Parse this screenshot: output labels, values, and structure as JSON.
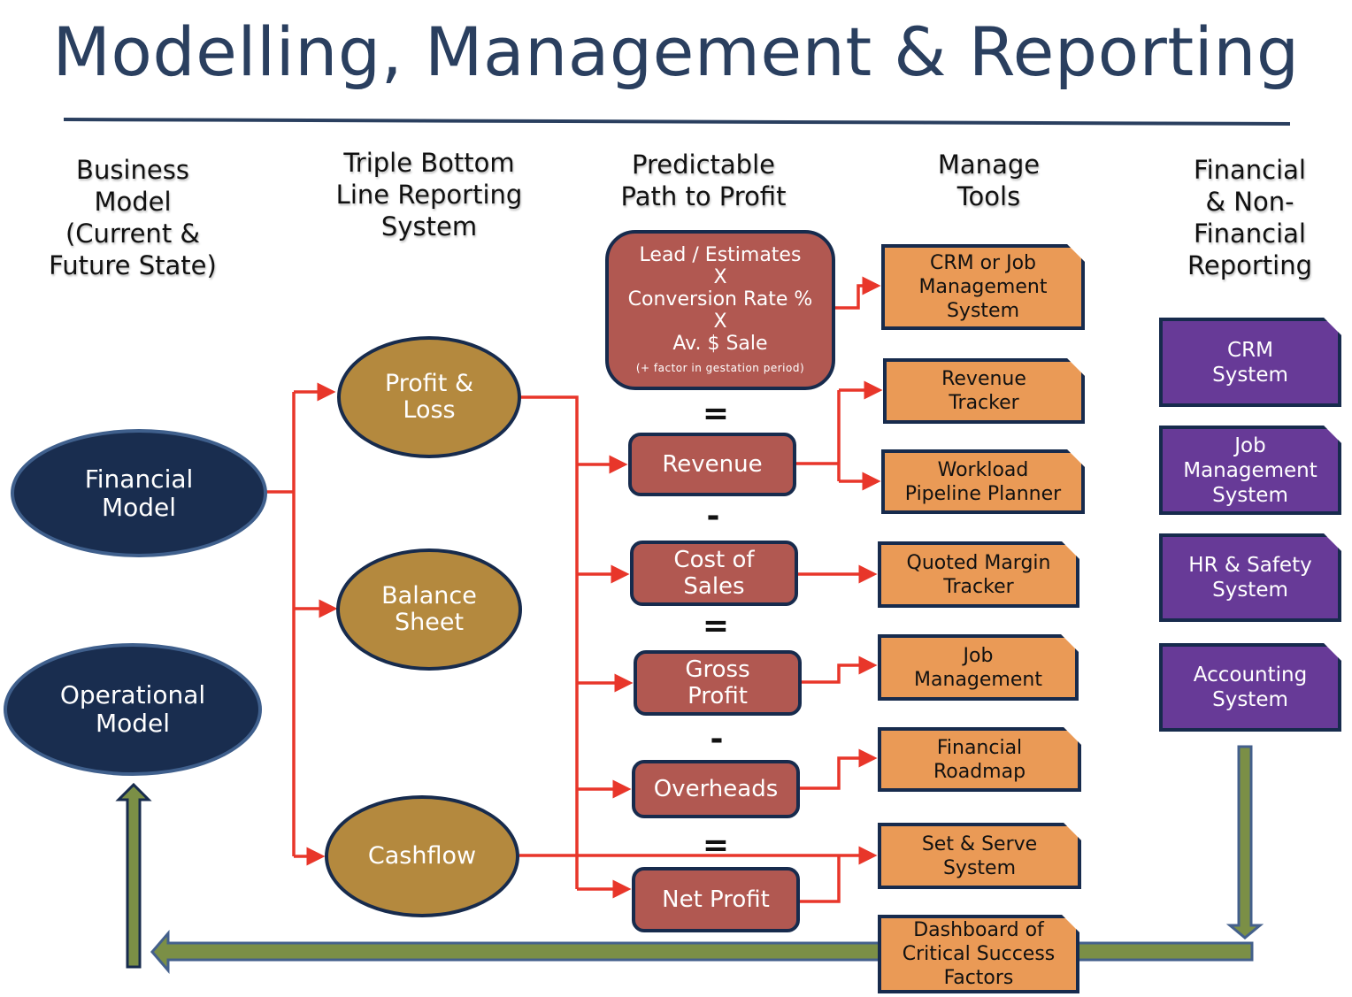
{
  "title": "Modelling, Management & Reporting",
  "columns": {
    "business_model": "Business\nModel\n(Current &\nFuture State)",
    "triple_bottom_line": "Triple Bottom\nLine Reporting\nSystem",
    "path_to_profit": "Predictable\nPath to Profit",
    "manage_tools": "Manage\nTools",
    "reporting": "Financial\n& Non-\nFinancial\nReporting"
  },
  "business_models": {
    "financial": "Financial\nModel",
    "operational": "Operational\nModel"
  },
  "statements": {
    "profit_loss": "Profit &\nLoss",
    "balance_sheet": "Balance\nSheet",
    "cashflow": "Cashflow"
  },
  "path": {
    "formula": "Lead / Estimates\nX\nConversion Rate %\nX\nAv. $ Sale",
    "formula_note": "(+ factor in gestation period)",
    "revenue": "Revenue",
    "cost_of_sales": "Cost of\nSales",
    "gross_profit": "Gross\nProfit",
    "overheads": "Overheads",
    "net_profit": "Net Profit",
    "operators": [
      "=",
      "-",
      "=",
      "-",
      "="
    ]
  },
  "tools": {
    "crm_job": "CRM or Job\nManagement\nSystem",
    "revenue_tracker": "Revenue\nTracker",
    "workload_planner": "Workload\nPipeline Planner",
    "quoted_margin": "Quoted Margin\nTracker",
    "job_management": "Job\nManagement",
    "financial_roadmap": "Financial\nRoadmap",
    "set_serve": "Set & Serve\nSystem",
    "dashboard": "Dashboard of\nCritical Success\nFactors"
  },
  "systems": {
    "crm": "CRM\nSystem",
    "job_management": "Job\nManagement\nSystem",
    "hr_safety": "HR & Safety\nSystem",
    "accounting": "Accounting\nSystem"
  },
  "colors": {
    "title": "#2a3f5f",
    "connector": "#e8362a",
    "dark_node": "#192d4f",
    "gold_node": "#b4893e",
    "red_node": "#b15851",
    "orange_tool": "#ea9a56",
    "purple_system": "#673a97",
    "feedback_arrow": "#7b8f46"
  }
}
